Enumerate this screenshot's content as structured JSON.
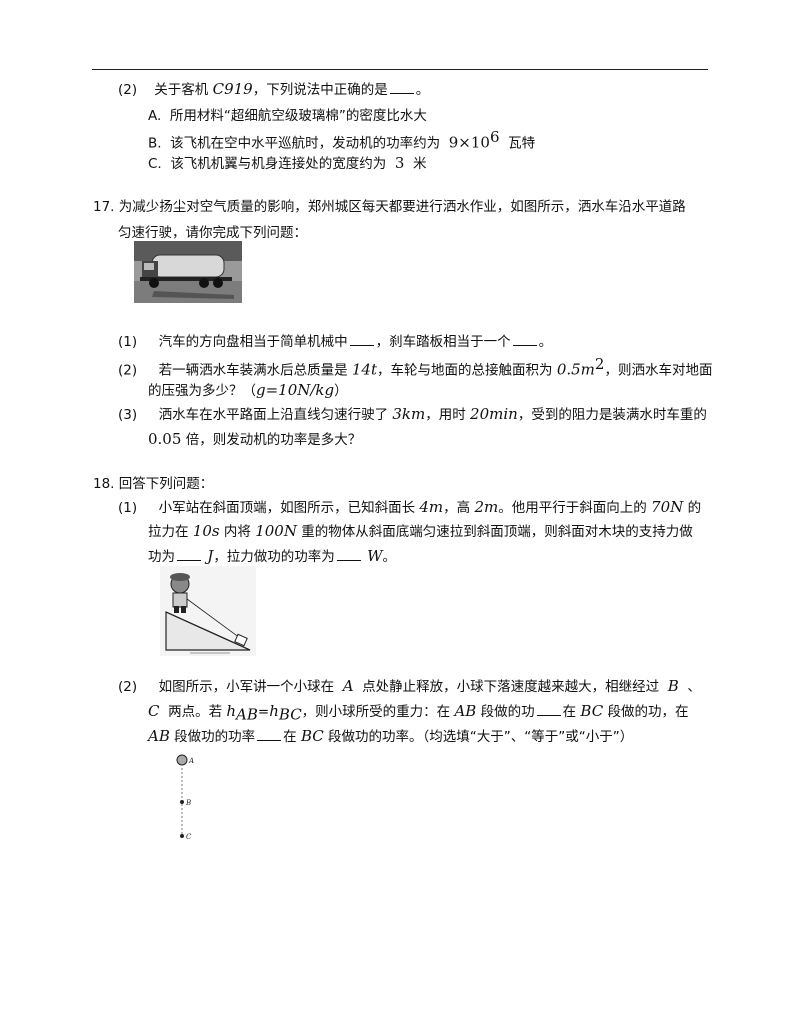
{
  "q16_part2": {
    "label": "(2)",
    "stem_pre": "关于客机",
    "stem_math": "C919",
    "stem_post": "，下列说法中正确的是",
    "stem_end": "。",
    "options": [
      {
        "letter": "A.",
        "text": "所用材料“超细航空级玻璃棉”的密度比水大"
      },
      {
        "letter": "B.",
        "text": "该飞机在空中水平巡航时，发动机的功率约为",
        "math": "9×10",
        "sup": "6",
        "unit": "瓦特"
      },
      {
        "letter": "C.",
        "text": "该飞机机翼与机身连接处的宽度约为",
        "math": "3",
        "unit": "米"
      }
    ]
  },
  "q17": {
    "number": "17.",
    "stem_line1": "为减少扬尘对空气质量的影响，郑州城区每天都要进行洒水作业，如图所示，洒水车沿水平道路",
    "stem_line2": "匀速行驶，请你完成下列问题：",
    "image": "water-sprinkler-truck-photo",
    "parts": [
      {
        "label": "(1)",
        "pre": "汽车的方向盘相当于简单机械中",
        "mid": "，刹车踏板相当于一个",
        "end": "。"
      },
      {
        "label": "(2)",
        "l1a": "若一辆洒水车装满水后总质量是",
        "m1": "14t",
        "l1b": "，车轮与地面的总接触面积为",
        "m2": "0.5m",
        "sup2": "2",
        "l1c": "，则洒水车对地面",
        "l2a": "的压强为多少？（",
        "m3": "g=10N/kg",
        "l2b": "）"
      },
      {
        "label": "(3)",
        "l1a": "洒水车在水平路面上沿直线匀速行驶了",
        "m1": "3km",
        "l1b": "，用时",
        "m2": "20min",
        "l1c": "，受到的阻力是装满水时车重的",
        "m3": "0.05",
        "l2a": "倍，则发动机的功率是多大？"
      }
    ]
  },
  "q18": {
    "number": "18.",
    "stem": "回答下列问题：",
    "part1": {
      "label": "(1)",
      "l1a": "小军站在斜面顶端，如图所示，已知斜面长",
      "m1": "4m",
      "l1b": "，高",
      "m2": "2m",
      "l1c": "。他用平行于斜面向上的",
      "m3": "70N",
      "l1d": "的",
      "l2a": "拉力在",
      "m4": "10s",
      "l2b": "内将",
      "m5": "100N",
      "l2c": "重的物体从斜面底端匀速拉到斜面顶端，则斜面对木块的支持力做",
      "l3a": "功为",
      "m6": "J",
      "l3b": "，拉力做功的功率为",
      "m7": "W",
      "l3c": "。",
      "image": "incline-diagram"
    },
    "part2": {
      "label": "(2)",
      "l1a": "如图所示，小军讲一个小球在",
      "m1": "A",
      "l1b": "点处静止释放，小球下落速度越来越大，相继经过",
      "m2": "B",
      "l1c": "、",
      "l2a": "C",
      "l2b": "两点。若",
      "m3": "h",
      "sub3": "AB",
      "eq": "=",
      "m4": "h",
      "sub4": "BC",
      "l2c": "，则小球所受的重力：在",
      "m5": "AB",
      "l2d": "段做的功",
      "l2e": "在",
      "m6": "BC",
      "l2f": "段做的功，在",
      "l3a": "AB",
      "l3b": "段做功的功率",
      "l3c": "在",
      "m7": "BC",
      "l3d": "段做功的功率。（均选填“大于”、“等于”或“小于”）",
      "image": "falling-ball-diagram",
      "points": [
        "A",
        "B",
        "C"
      ]
    }
  }
}
